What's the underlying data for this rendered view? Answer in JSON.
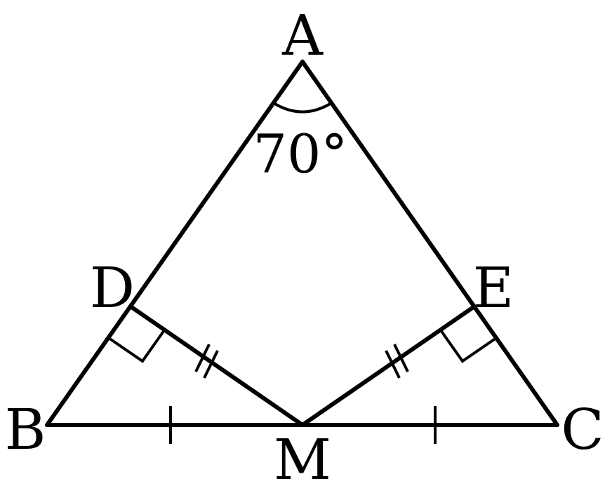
{
  "diagram": {
    "points": {
      "A": "A",
      "B": "B",
      "C": "C",
      "D": "D",
      "E": "E",
      "M": "M"
    },
    "angle_A": "70°",
    "colors": {
      "stroke": "#000000",
      "background": "#ffffff"
    }
  }
}
